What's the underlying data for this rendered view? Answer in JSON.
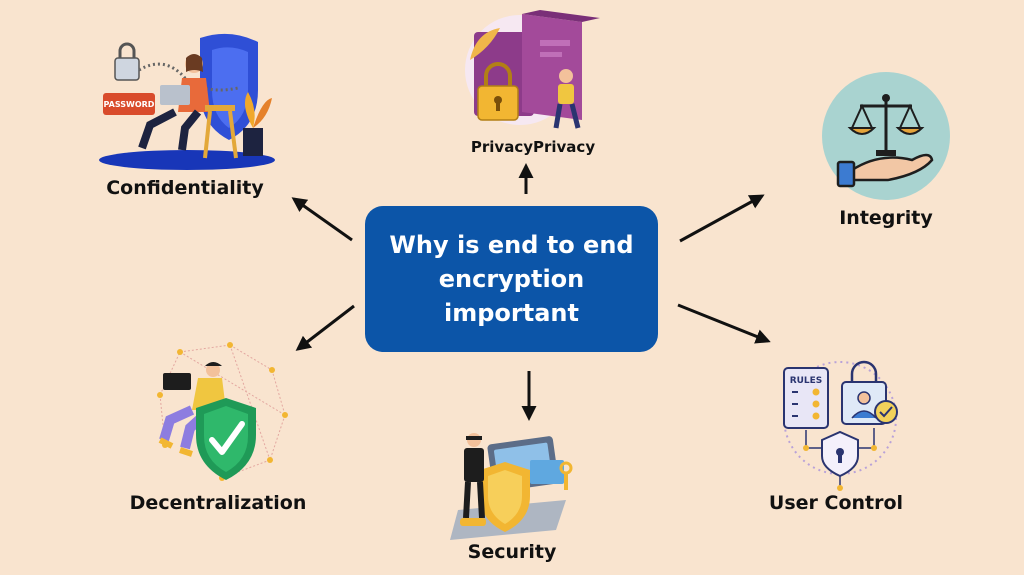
{
  "center": {
    "title": "Why is end to end encryption important"
  },
  "nodes": {
    "confidentiality": {
      "label": "Confidentiality",
      "icon": "person-laptop-shield-password-icon"
    },
    "privacy": {
      "label": "PrivacyPrivacy",
      "icon": "padlock-passport-person-icon"
    },
    "integrity": {
      "label": "Integrity",
      "icon": "scales-on-hand-icon"
    },
    "decentralization": {
      "label": "Decentralization",
      "icon": "network-person-shield-check-icon"
    },
    "security": {
      "label": "Security",
      "icon": "guard-shield-laptop-icon"
    },
    "user_control": {
      "label": "User Control",
      "icon": "rules-user-lock-icon"
    }
  },
  "icon_texts": {
    "password": "PASSWORD",
    "rules": "RULES"
  },
  "colors": {
    "background": "#f9e4cf",
    "center_box": "#0c55a8",
    "arrow": "#111111"
  }
}
